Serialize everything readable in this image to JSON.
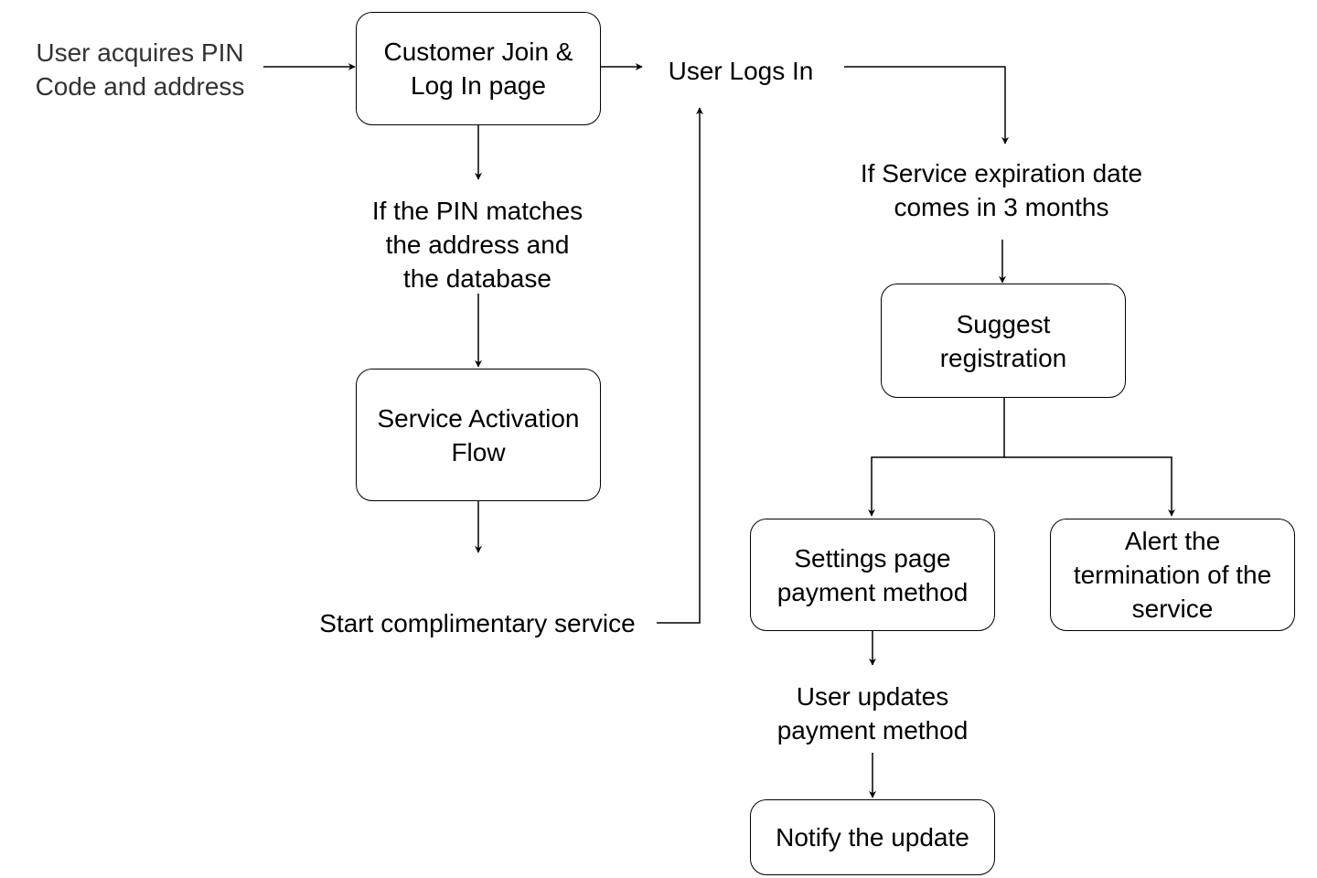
{
  "nodes": {
    "user_acquires_pin": "User acquires PIN\nCode and address",
    "customer_join_login": "Customer Join &\nLog In page",
    "user_logs_in": "User Logs In",
    "pin_matches": "If the PIN matches\nthe address and\nthe database",
    "service_activation_flow": "Service Activation\nFlow",
    "start_complimentary_service": "Start complimentary service",
    "service_expiration": "If Service expiration date\ncomes in 3 months",
    "suggest_registration": "Suggest\nregistration",
    "settings_payment_method": "Settings page\npayment method",
    "alert_termination": "Alert the\ntermination of the\nservice",
    "user_updates_payment": "User updates\npayment method",
    "notify_update": "Notify the update"
  },
  "colors": {
    "line": "#000000",
    "box_border": "#000000",
    "muted_text": "#333333"
  }
}
